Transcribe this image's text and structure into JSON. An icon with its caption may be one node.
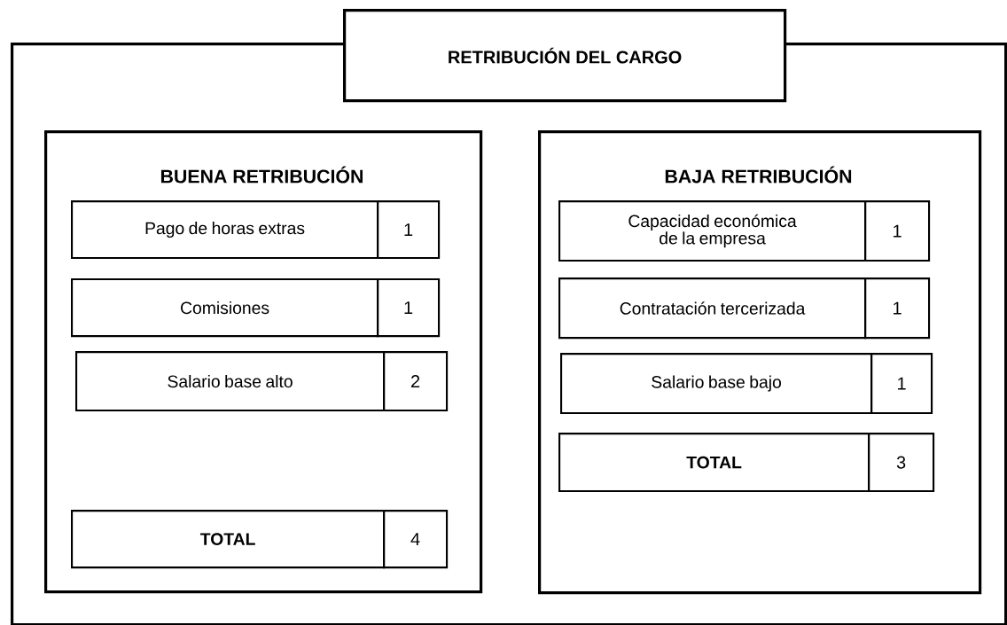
{
  "diagram": {
    "nodes": [
      {
        "text": [
          "RETRIBUCIÓN DEL CARGO"
        ]
      },
      {
        "text": [],
        "shape": "box"
      },
      {
        "text": [
          "BUENA RETRIBUCIÓN"
        ],
        "in": 1
      },
      {
        "text": [
          "Pago de horas extras"
        ],
        "in": 2
      },
      {
        "text": [
          "1"
        ],
        "in": 2
      },
      {
        "text": [
          "Comisiones"
        ],
        "in": 2
      },
      {
        "text": [
          "1"
        ],
        "in": 2
      },
      {
        "text": [
          "Salario base alto"
        ],
        "in": 2
      },
      {
        "text": [
          "2"
        ],
        "in": 2
      },
      {
        "text": [
          "TOTAL"
        ],
        "in": 2
      },
      {
        "text": [
          "4"
        ],
        "in": 2
      },
      {
        "text": [
          "BAJA RETRIBUCIÓN"
        ],
        "in": 1
      },
      {
        "text": [
          "Capacidad económica de la empresa"
        ],
        "in": 11
      },
      {
        "text": [
          "1"
        ],
        "in": 11
      },
      {
        "text": [
          "Contratación tercerizada"
        ],
        "in": 11
      },
      {
        "text": [
          "1"
        ],
        "in": 11
      },
      {
        "text": [
          "Salario base bajo"
        ],
        "in": 11
      },
      {
        "text": [
          "1"
        ],
        "in": 11
      },
      {
        "text": [
          "TOTAL"
        ],
        "in": 11
      },
      {
        "text": [
          "3"
        ],
        "in": 11
      }
    ]
  }
}
